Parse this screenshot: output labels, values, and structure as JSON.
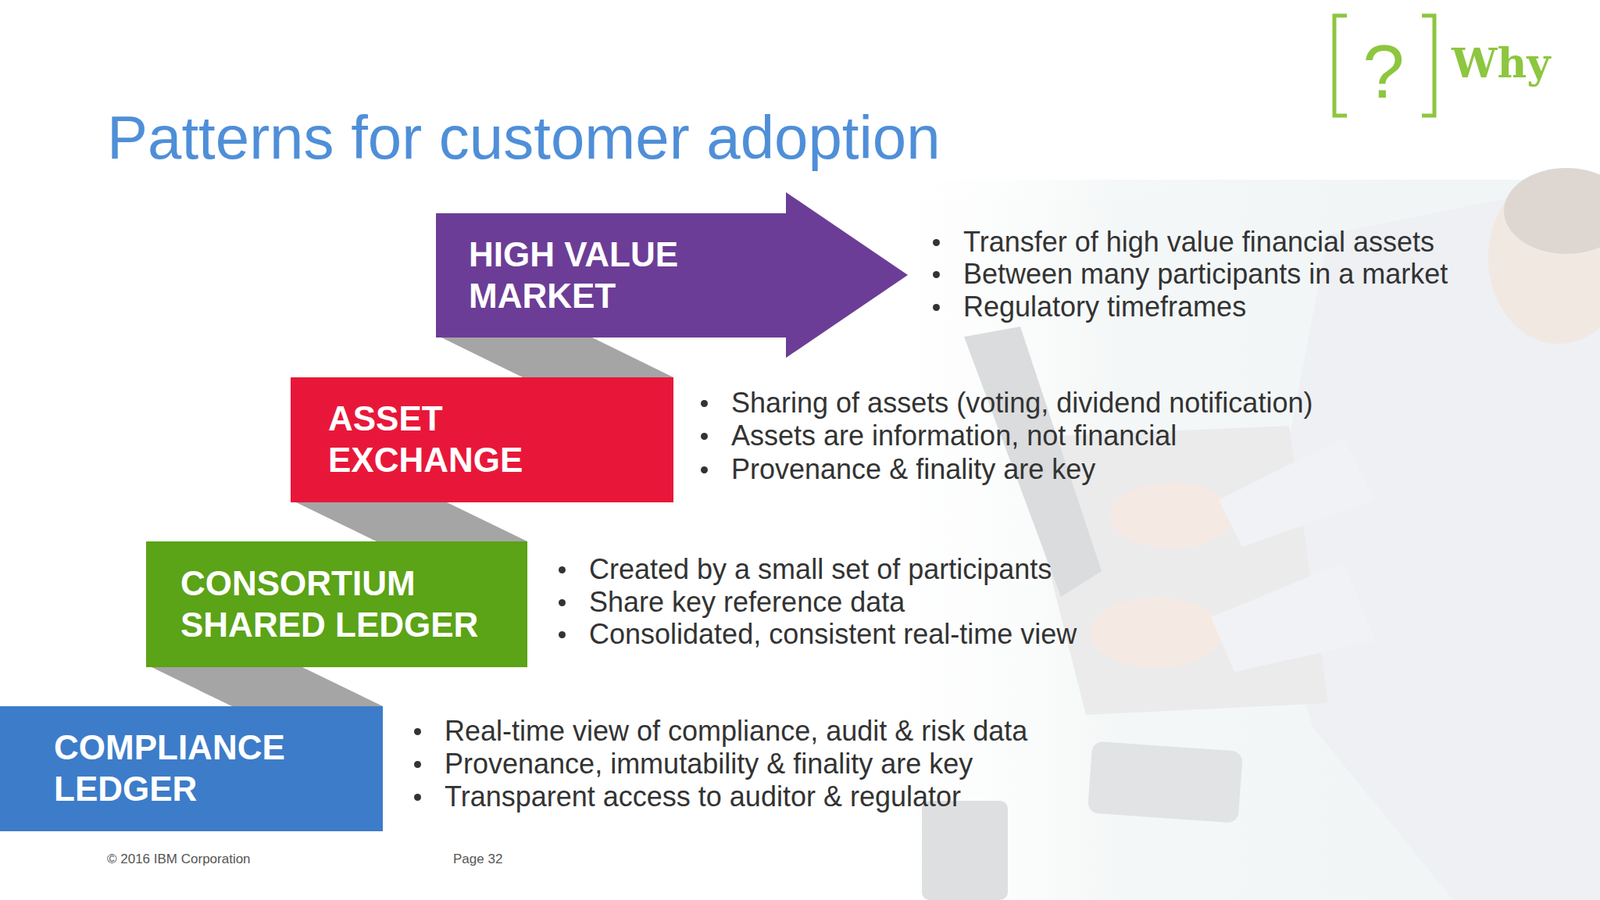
{
  "diagram": {
    "title": "Patterns for customer adoption",
    "nodes": [
      {
        "text": [
          "HIGH VALUE MARKET"
        ]
      },
      {
        "text": [
          "ASSET EXCHANGE"
        ]
      },
      {
        "text": [
          "CONSORTIUM SHARED LEDGER"
        ]
      },
      {
        "text": [
          "COMPLIANCE LEDGER"
        ]
      }
    ],
    "edges": [
      {
        "from": 3,
        "to": 2,
        "arrow": "none"
      },
      {
        "from": 2,
        "to": 1,
        "arrow": "none"
      },
      {
        "from": 1,
        "to": 0,
        "arrow": "none"
      }
    ],
    "labels": [
      "?",
      "Why",
      "Transfer of high value financial assets",
      "Between many participants in a market",
      "Regulatory timeframes",
      "Sharing of assets (voting, dividend notification)",
      "Assets are information, not financial",
      "Provenance & finality are key",
      "Created by a small set of participants",
      "Share key reference data",
      "Consolidated, consistent real-time view",
      "Real-time view of compliance, audit & risk data",
      "Provenance, immutability & finality are key",
      "Transparent access to auditor & regulator",
      "© 2016 IBM Corporation",
      "Page 32"
    ]
  }
}
